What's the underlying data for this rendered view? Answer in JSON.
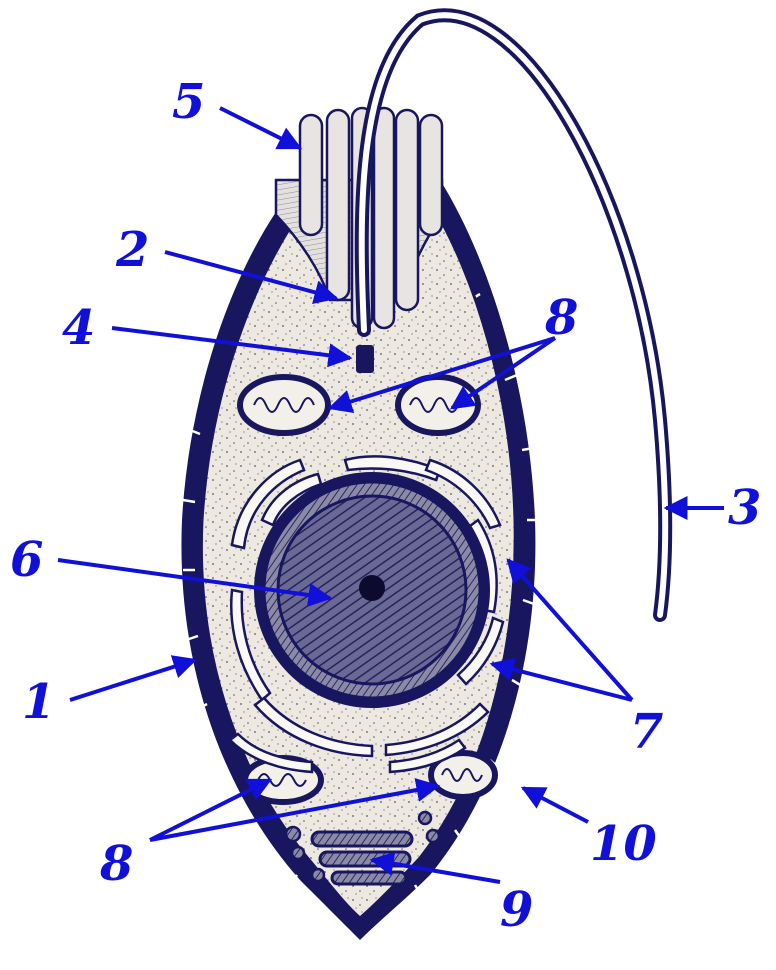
{
  "colors": {
    "outline": "#17165f",
    "cytoplasm": "#ede9e1",
    "stipple": "#57566a",
    "label": "#1010d8",
    "nucleus": "#4a4877",
    "paper": "#ffffff"
  },
  "labels": {
    "membrane": "1",
    "collar_base": "2",
    "flagellum": "3",
    "basal_body": "4",
    "microvilli": "5",
    "nucleus": "6",
    "er": "7",
    "mito_upper": "8",
    "mito_lower": "8",
    "golgi": "9",
    "outer_wall": "10"
  }
}
